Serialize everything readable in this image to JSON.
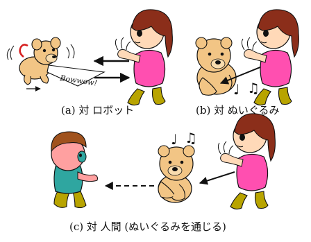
{
  "captions": {
    "a": "(a) 対 ロボット",
    "b": "(b) 対 ぬいぐるみ",
    "c": "(c) 対 人間 (ぬいぐるみを通じる)"
  },
  "sound_effect": "Bowwow!",
  "music_notes": {
    "b_single": "♩",
    "b_double": "♫",
    "c_single": "♩",
    "c_double": "♫"
  },
  "colors": {
    "girl_hair": "#8b2e1a",
    "girl_shirt": "#ff4fb0",
    "legs": "#b8a400",
    "skin": "#ffd9b8",
    "bear_fur": "#f2c585",
    "boy_hair": "#a0521d",
    "boy_shirt": "#2fa6a0",
    "boy_skin": "#ffa0a0"
  }
}
